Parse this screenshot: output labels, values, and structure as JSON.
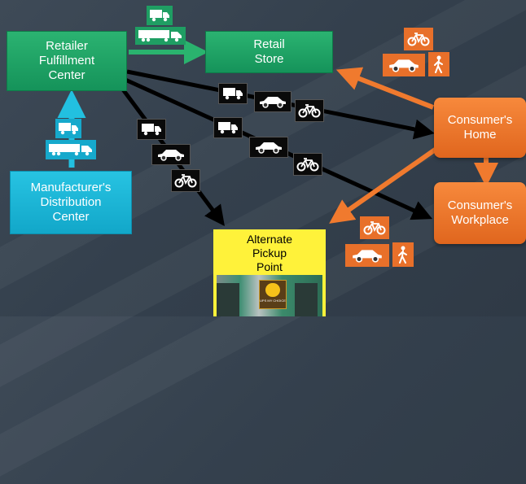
{
  "nodes": {
    "retailer_fc": "Retailer\nFulfillment\nCenter",
    "retail_store": "Retail\nStore",
    "manufacturer_dc": "Manufacturer's\nDistribution\nCenter",
    "consumer_home": "Consumer's\nHome",
    "consumer_workplace": "Consumer's\nWorkplace",
    "alternate_pickup": "Alternate\nPickup\nPoint"
  },
  "badge_text": "UPS MY CHOICE",
  "colors": {
    "green": "#1f9e63",
    "teal": "#16a9cc",
    "orange": "#e8702a",
    "pickup_yellow": "#fff23a",
    "black_arrow": "#000000"
  },
  "icons": [
    "truck-icon",
    "semi-truck-icon",
    "car-icon",
    "bicycle-icon",
    "pedestrian-icon"
  ]
}
